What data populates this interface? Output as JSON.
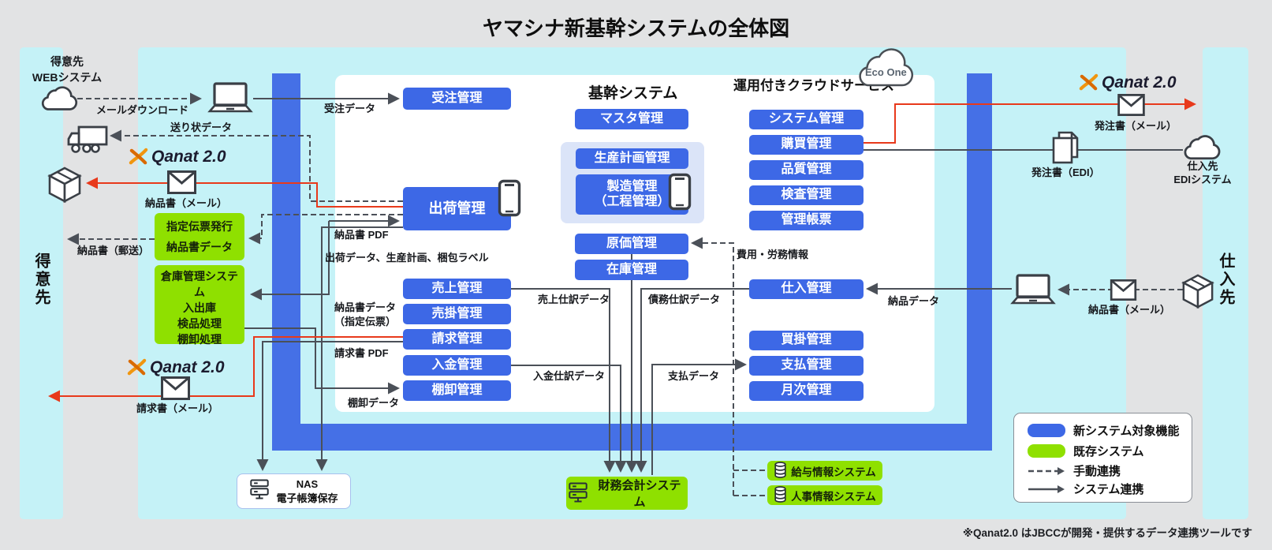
{
  "title": "ヤマシナ新基幹システムの全体図",
  "core_system": {
    "heading": "基幹システム",
    "col1": [
      "受注管理",
      "出荷管理",
      "売上管理",
      "売掛管理",
      "請求管理",
      "入金管理",
      "棚卸管理"
    ],
    "col2": [
      "マスタ管理",
      "生産計画管理",
      "製造管理\n（工程管理）",
      "原価管理",
      "在庫管理"
    ]
  },
  "cloud_service": {
    "heading": "運用付きクラウドサービス",
    "logo": "Eco One",
    "boxes": [
      "システム管理",
      "購買管理",
      "品質管理",
      "検査管理",
      "管理帳票"
    ],
    "lower": [
      "仕入管理",
      "買掛管理",
      "支払管理",
      "月次管理"
    ]
  },
  "existing": {
    "slip": [
      "指定伝票発行",
      "納品書データ"
    ],
    "warehouse": [
      "倉庫管理システム",
      "入出庫",
      "検品処理",
      "棚卸処理"
    ],
    "financial": "財務会計システム",
    "payroll": "給与情報システム",
    "hr": "人事情報システム"
  },
  "nas": [
    "NAS",
    "電子帳簿保存"
  ],
  "external": {
    "customer": "得意先",
    "customer_web": "得意先\nWEBシステム",
    "supplier": "仕入先",
    "supplier_edi": "仕入先\nEDIシステム"
  },
  "qanat": {
    "name": "Qanat 2.0",
    "note": "※Qanat2.0 はJBCCが開発・提供するデータ連携ツールです"
  },
  "flows": {
    "mail_download": "メールダウンロード",
    "order_data": "受注データ",
    "invoice_slip": "送り状データ",
    "delivery_mail_left": "納品書（メール）",
    "delivery_post": "納品書（郵送）",
    "delivery_pdf": "納品書 PDF",
    "ship_data": "出荷データ、生産計画、梱包ラベル",
    "delivery_slip_data": "納品書データ\n（指定伝票）",
    "billing_pdf": "請求書 PDF",
    "inventory_data": "棚卸データ",
    "billing_mail": "請求書（メール）",
    "sales_journal": "売上仕訳データ",
    "deposit_journal": "入金仕訳データ",
    "debt_journal": "債務仕訳データ",
    "payment_data": "支払データ",
    "cost_labor": "費用・労務情報",
    "delivery_data": "納品データ",
    "delivery_mail_right": "納品書（メール）",
    "po_mail": "発注書（メール）",
    "po_edi": "発注書（EDI）"
  },
  "legend": {
    "new_system": "新システム対象機能",
    "existing": "既存システム",
    "manual": "手動連携",
    "system": "システム連携"
  },
  "colors": {
    "new_system_blue": "#3d68e6",
    "existing_green": "#8fe000",
    "accent_red": "#e8391b",
    "cyan_bg": "#c5f2f7"
  }
}
